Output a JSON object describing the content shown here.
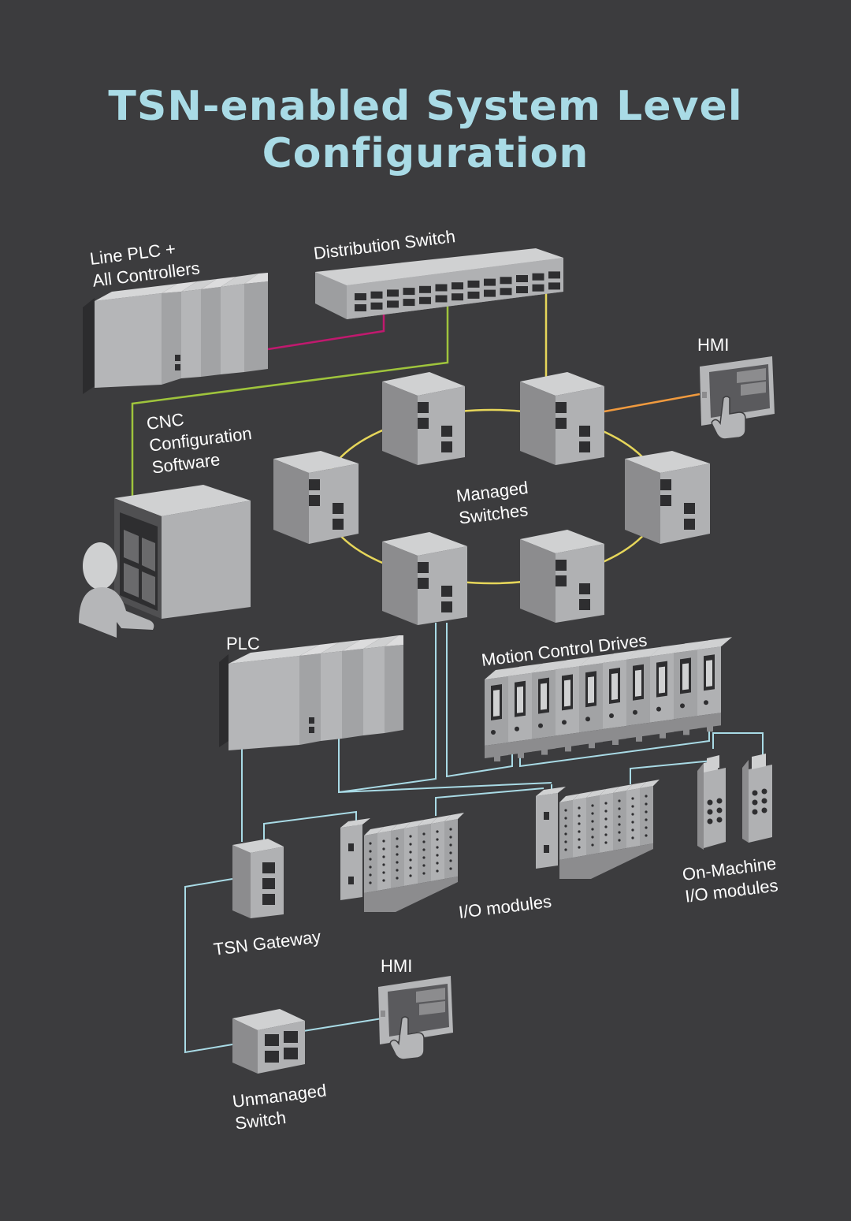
{
  "title": {
    "line1": "TSN-enabled System Level",
    "line2": "Configuration"
  },
  "labels": {
    "line_plc_1": "Line PLC +",
    "line_plc_2": "All Controllers",
    "distribution_switch": "Distribution Switch",
    "hmi_top": "HMI",
    "cnc_1": "CNC",
    "cnc_2": "Configuration",
    "cnc_3": "Software",
    "managed_1": "Managed",
    "managed_2": "Switches",
    "plc": "PLC",
    "motion": "Motion Control Drives",
    "io_modules": "I/O modules",
    "onmachine_1": "On-Machine",
    "onmachine_2": "I/O modules",
    "tsn_gateway": "TSN Gateway",
    "hmi_bottom": "HMI",
    "unmanaged_1": "Unmanaged",
    "unmanaged_2": "Switch"
  },
  "colors": {
    "background": "#3c3c3e",
    "title": "#a9dbe6",
    "link_magenta": "#c0196e",
    "link_green": "#9fc43c",
    "link_yellow": "#e6d65a",
    "link_orange": "#f09a3e",
    "link_lightblue": "#a9dbe6"
  }
}
